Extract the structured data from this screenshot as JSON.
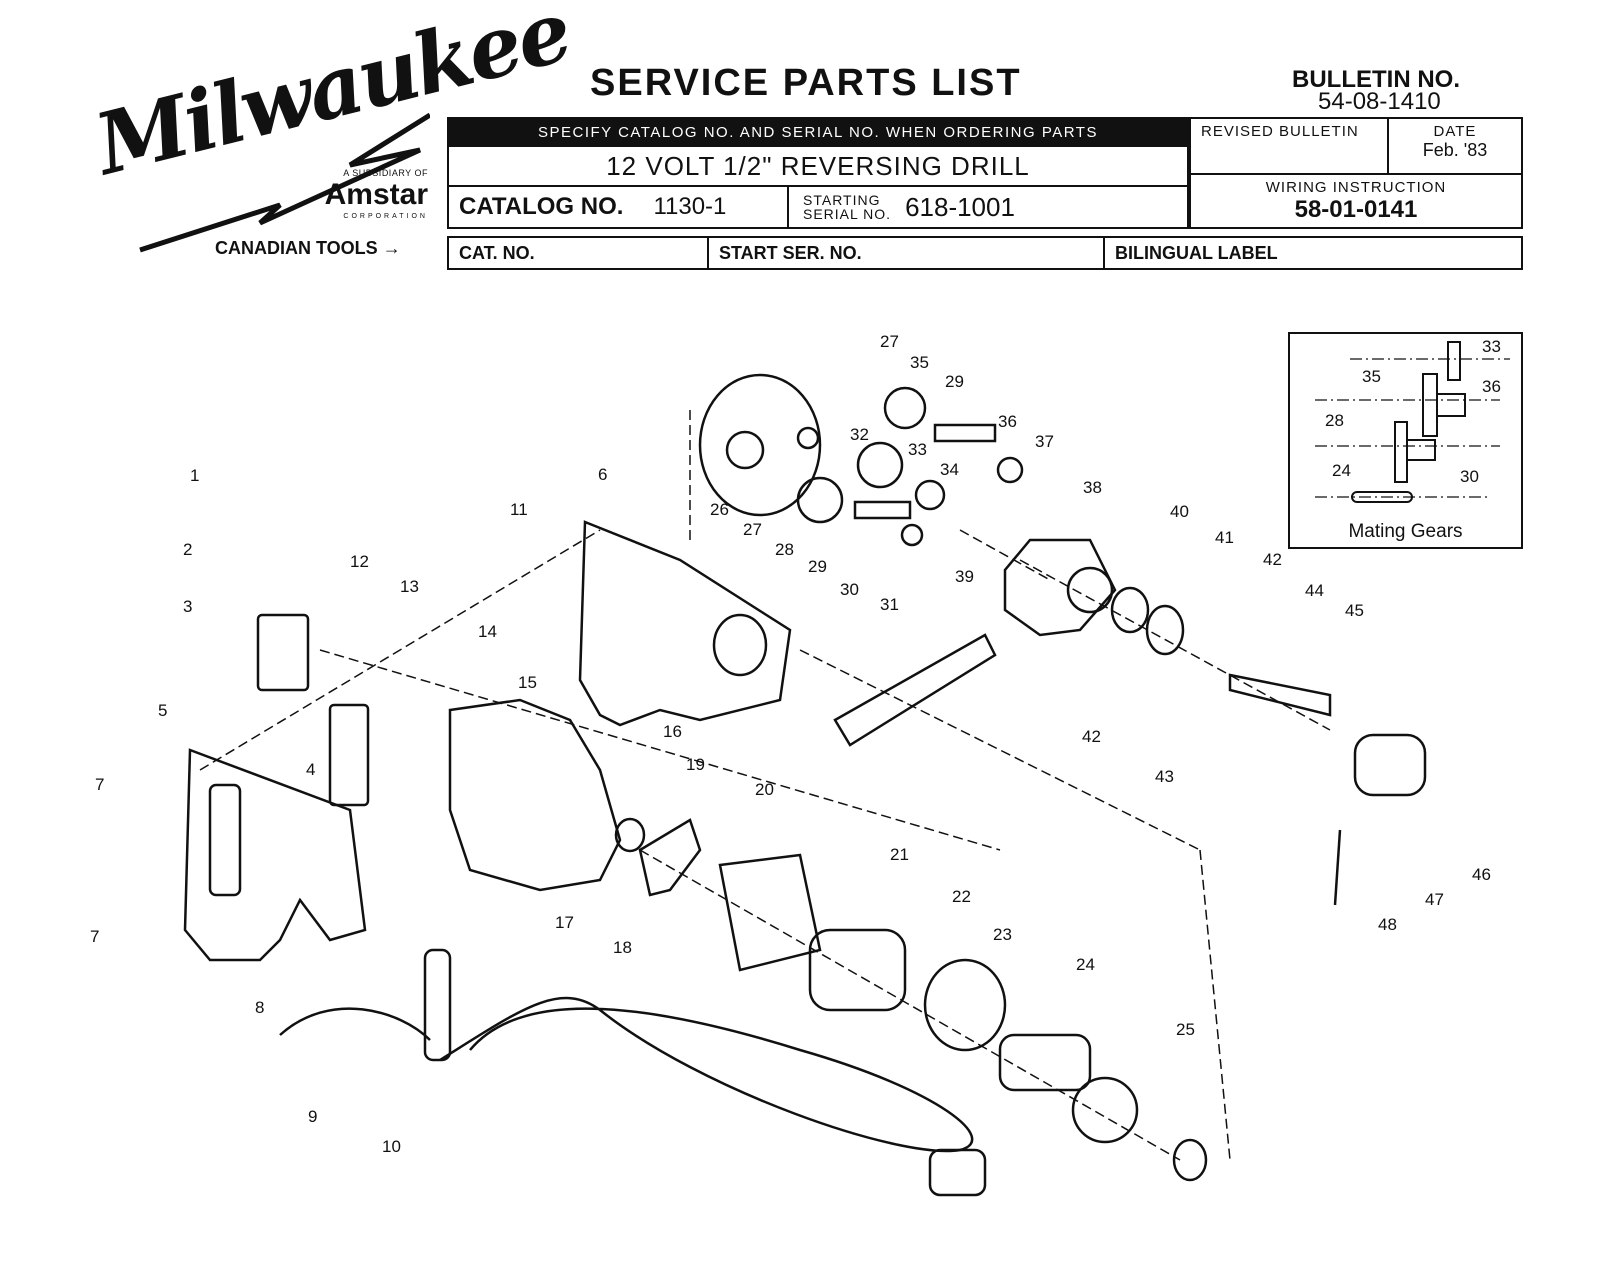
{
  "brand": {
    "logo_text": "Milwaukee",
    "subsidiary": "A SUBSIDIARY OF",
    "parent": "Amstar",
    "corporation": "CORPORATION"
  },
  "header": {
    "title": "SERVICE PARTS LIST",
    "bulletin_label": "BULLETIN NO.",
    "bulletin_no": "54-08-1410",
    "specify": "SPECIFY CATALOG NO. AND SERIAL NO. WHEN ORDERING PARTS",
    "product": "12 VOLT 1/2\" REVERSING DRILL",
    "catalog_label": "CATALOG NO.",
    "catalog_no": "1130-1",
    "serial_label_1": "STARTING",
    "serial_label_2": "SERIAL NO.",
    "serial_no": "618-1001",
    "revised_bulletin": "REVISED BULLETIN",
    "date_label": "DATE",
    "date_value": "Feb. '83",
    "wiring_label": "WIRING INSTRUCTION",
    "wiring_no": "58-01-0141"
  },
  "canadian": {
    "label": "CANADIAN TOOLS",
    "cat_no": "CAT. NO.",
    "start_ser": "START SER. NO.",
    "bilingual": "BILINGUAL LABEL"
  },
  "mating_gears": {
    "title": "Mating Gears",
    "labels": [
      "33",
      "35",
      "36",
      "28",
      "30",
      "24"
    ]
  },
  "callouts": [
    "1",
    "2",
    "3",
    "4",
    "5",
    "6",
    "7",
    "7",
    "8",
    "9",
    "10",
    "11",
    "12",
    "13",
    "14",
    "15",
    "16",
    "17",
    "18",
    "19",
    "20",
    "21",
    "22",
    "23",
    "24",
    "25",
    "26",
    "27",
    "27",
    "28",
    "29",
    "29",
    "30",
    "31",
    "32",
    "33",
    "34",
    "35",
    "36",
    "37",
    "38",
    "39",
    "40",
    "41",
    "42",
    "42",
    "43",
    "44",
    "45",
    "46",
    "47",
    "48"
  ]
}
